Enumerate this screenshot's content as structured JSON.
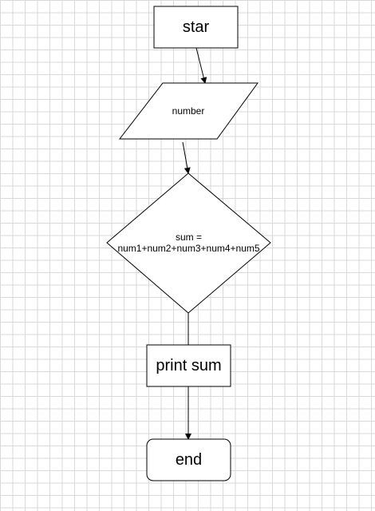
{
  "nodes": {
    "start": {
      "label": "star"
    },
    "input": {
      "label": "number"
    },
    "decision": {
      "line1": "sum =",
      "line2": "num1+num2+num3+num4+num5"
    },
    "print": {
      "label": "print sum"
    },
    "end": {
      "label": "end"
    }
  },
  "colors": {
    "stroke": "#000000",
    "fill": "#ffffff",
    "grid": "#d9d9d9",
    "background": "#ffffff"
  }
}
